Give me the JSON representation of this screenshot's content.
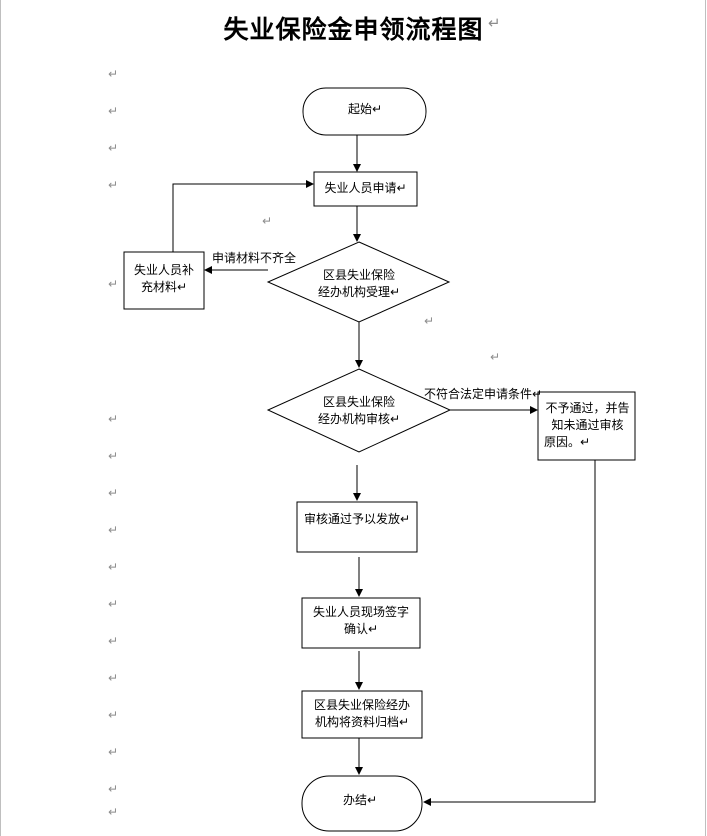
{
  "title": "失业保险金申领流程图",
  "para_mark": "↵",
  "nodes": {
    "start": "起始↵",
    "apply": "失业人员申请↵",
    "supplement_1": "失业人员补",
    "supplement_2": "充材料↵",
    "accept_1": "区县失业保险",
    "accept_2": "经办机构受理↵",
    "review_1": "区县失业保险",
    "review_2": "经办机构审核↵",
    "reject_1": "不予通过，并告",
    "reject_2": "知未通过审核",
    "reject_3": "原因。↵",
    "pay": "审核通过予以发放↵",
    "sign_1": "失业人员现场签字",
    "sign_2": "确认↵",
    "archive_1": "区县失业保险经办",
    "archive_2": "机构将资料归档↵",
    "end": "办结↵"
  },
  "edge_labels": {
    "incomplete": "申请材料不齐全",
    "unqualified": "不符合法定申请条件↵"
  }
}
